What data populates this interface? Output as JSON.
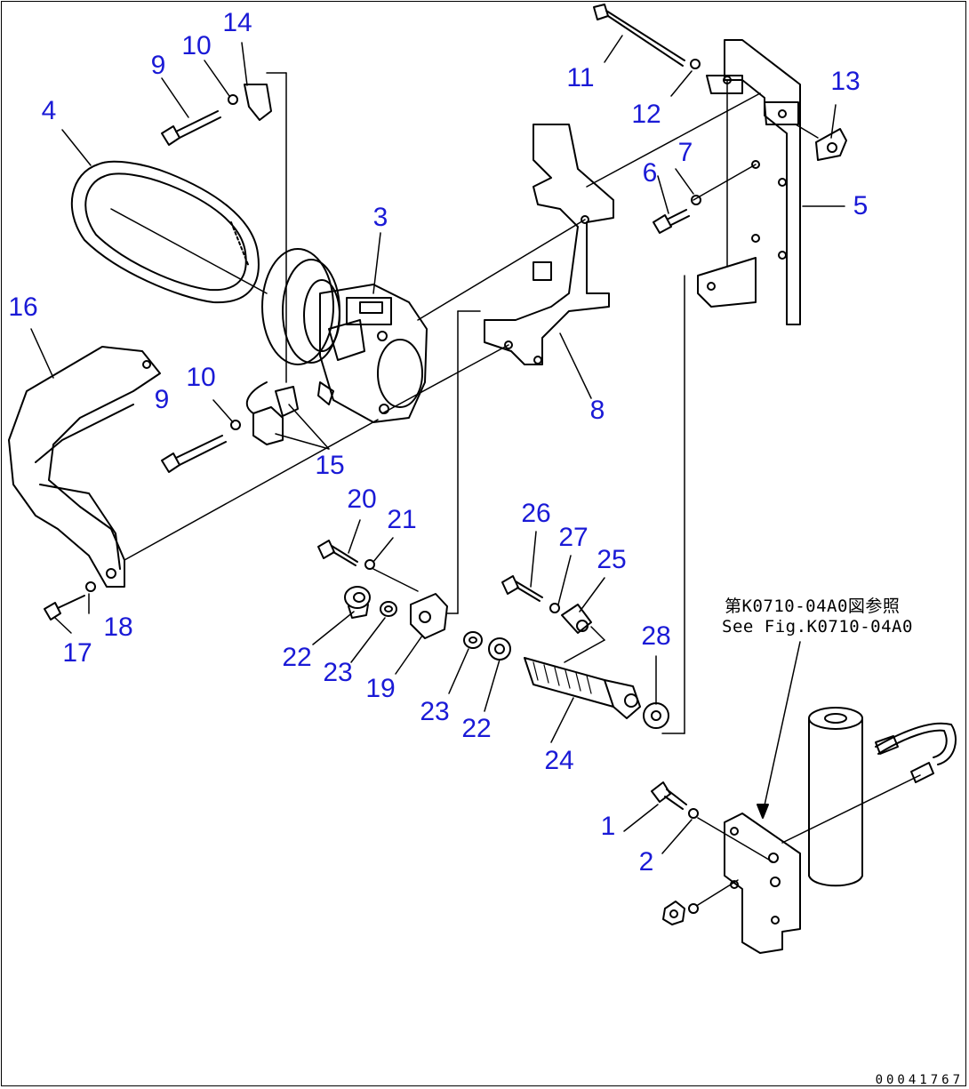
{
  "colors": {
    "callout": "#1a1ad6",
    "line": "#000000"
  },
  "callouts": [
    {
      "id": "c1",
      "label": "1"
    },
    {
      "id": "c2",
      "label": "2"
    },
    {
      "id": "c3",
      "label": "3"
    },
    {
      "id": "c4",
      "label": "4"
    },
    {
      "id": "c5",
      "label": "5"
    },
    {
      "id": "c6",
      "label": "6"
    },
    {
      "id": "c7",
      "label": "7"
    },
    {
      "id": "c8",
      "label": "8"
    },
    {
      "id": "c9a",
      "label": "9"
    },
    {
      "id": "c9b",
      "label": "9"
    },
    {
      "id": "c10a",
      "label": "10"
    },
    {
      "id": "c10b",
      "label": "10"
    },
    {
      "id": "c11",
      "label": "11"
    },
    {
      "id": "c12",
      "label": "12"
    },
    {
      "id": "c13",
      "label": "13"
    },
    {
      "id": "c14",
      "label": "14"
    },
    {
      "id": "c15",
      "label": "15"
    },
    {
      "id": "c16",
      "label": "16"
    },
    {
      "id": "c17",
      "label": "17"
    },
    {
      "id": "c18",
      "label": "18"
    },
    {
      "id": "c19",
      "label": "19"
    },
    {
      "id": "c20",
      "label": "20"
    },
    {
      "id": "c21",
      "label": "21"
    },
    {
      "id": "c22a",
      "label": "22"
    },
    {
      "id": "c22b",
      "label": "22"
    },
    {
      "id": "c23a",
      "label": "23"
    },
    {
      "id": "c23b",
      "label": "23"
    },
    {
      "id": "c24",
      "label": "24"
    },
    {
      "id": "c25",
      "label": "25"
    },
    {
      "id": "c26",
      "label": "26"
    },
    {
      "id": "c27",
      "label": "27"
    },
    {
      "id": "c28",
      "label": "28"
    }
  ],
  "reference": {
    "line1": "第K0710-04A0図参照",
    "line2": "See Fig.K0710-04A0"
  },
  "doc_id": "00041767"
}
